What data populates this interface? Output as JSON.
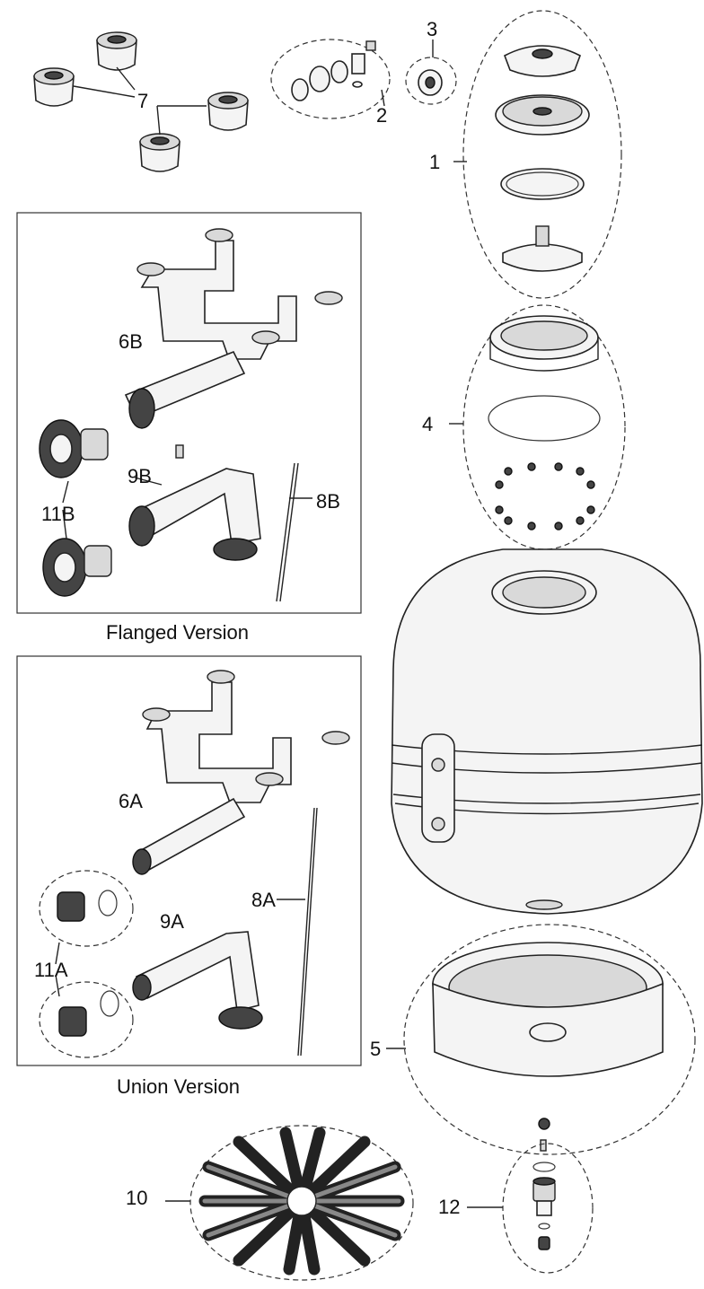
{
  "labels": {
    "p1": "1",
    "p2": "2",
    "p3": "3",
    "p4": "4",
    "p5": "5",
    "p6a": "6A",
    "p6b": "6B",
    "p7": "7",
    "p8a": "8A",
    "p8b": "8B",
    "p9a": "9A",
    "p9b": "9B",
    "p10": "10",
    "p11a": "11A",
    "p11b": "11B",
    "p12": "12"
  },
  "captions": {
    "flanged": "Flanged Version",
    "union": "Union Version"
  }
}
